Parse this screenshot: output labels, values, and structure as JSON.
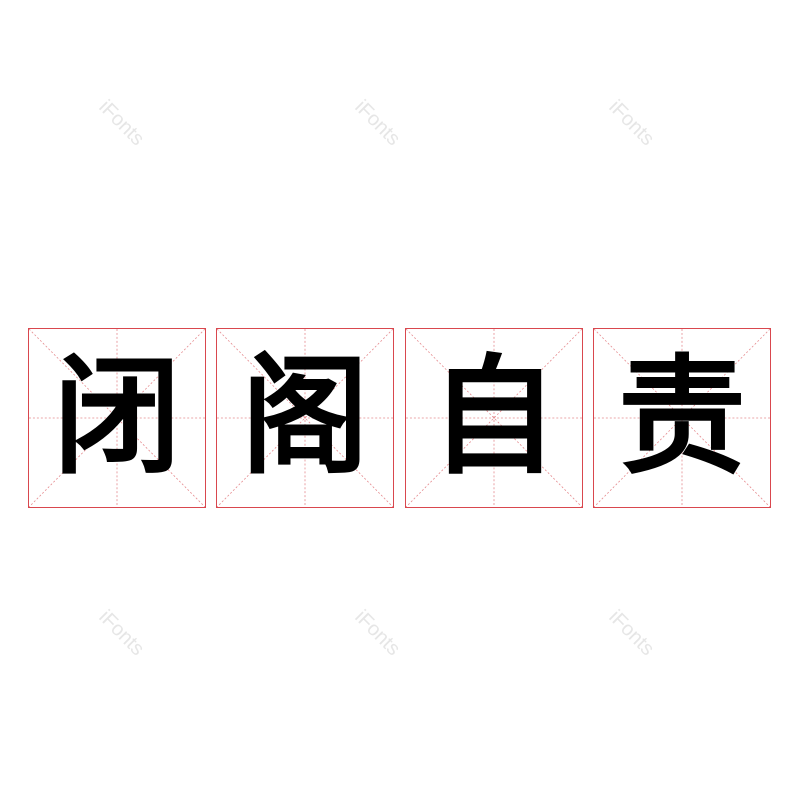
{
  "watermark": "iFonts",
  "characters": [
    "闭",
    "阁",
    "自",
    "责"
  ],
  "colors": {
    "grid": "#d9474e",
    "glyph": "#000000",
    "watermark": "#e6e6e6"
  }
}
